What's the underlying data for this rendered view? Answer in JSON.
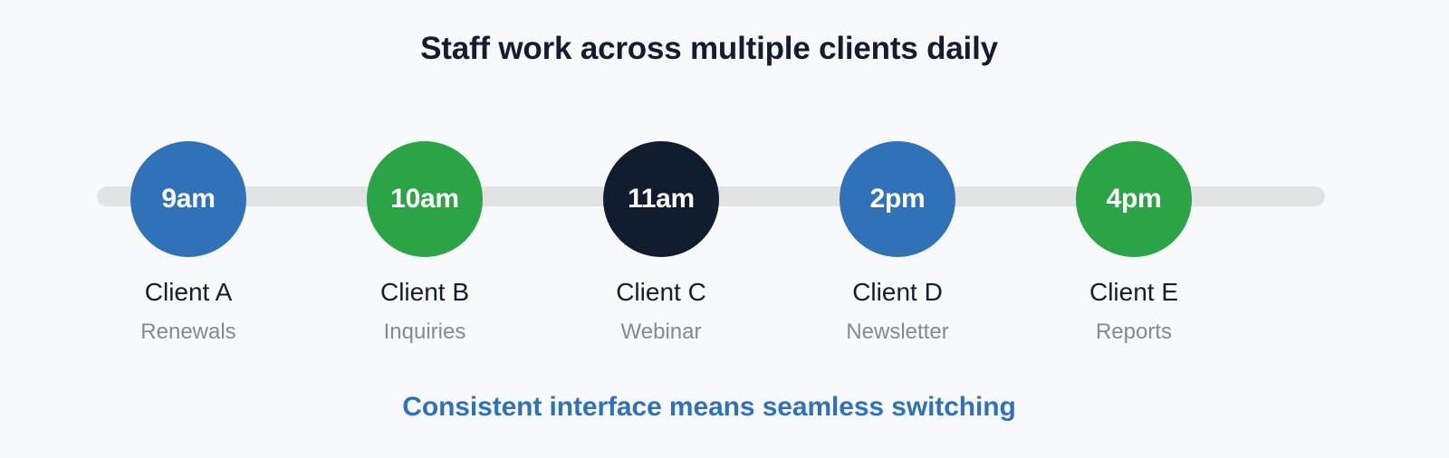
{
  "header": {
    "title": "Staff work across multiple clients daily"
  },
  "timeline": {
    "track_color": "#e3e3e3",
    "steps": [
      {
        "time": "9am",
        "client": "Client A",
        "task": "Renewals",
        "color": "#2f72b8"
      },
      {
        "time": "10am",
        "client": "Client B",
        "task": "Inquiries",
        "color": "#2ba445"
      },
      {
        "time": "11am",
        "client": "Client C",
        "task": "Webinar",
        "color": "#111c2e"
      },
      {
        "time": "2pm",
        "client": "Client D",
        "task": "Newsletter",
        "color": "#2f72b8"
      },
      {
        "time": "4pm",
        "client": "Client E",
        "task": "Reports",
        "color": "#2ba445"
      }
    ]
  },
  "footer": {
    "caption": "Consistent interface means seamless switching",
    "caption_color": "#2f72b8"
  },
  "theme": {
    "background": "#f8f9fa",
    "text_primary": "#131d30",
    "text_muted": "#868a8f",
    "accent_blue": "#2f72b8",
    "accent_green": "#2ba445",
    "accent_dark": "#111c2e"
  }
}
